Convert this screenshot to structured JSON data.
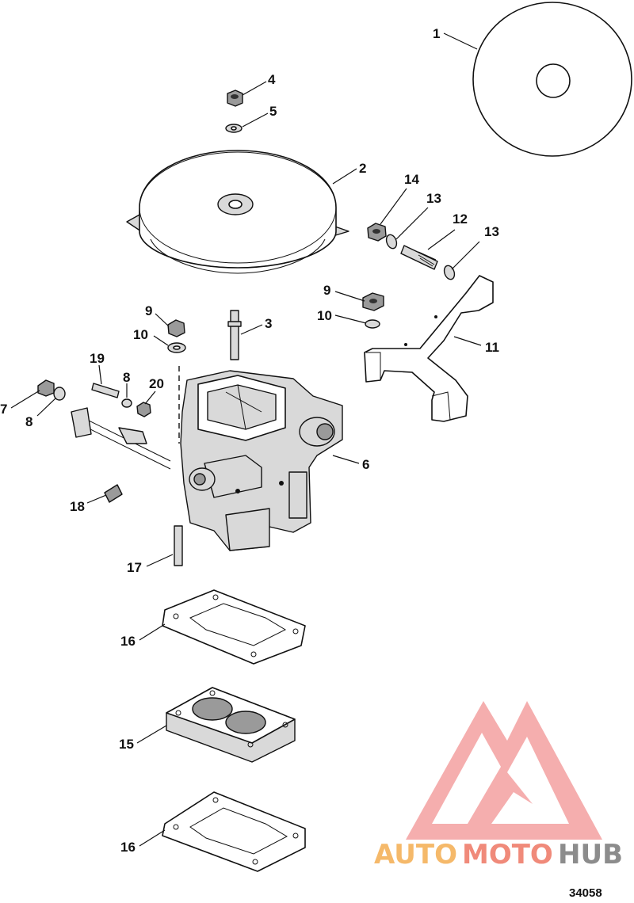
{
  "diagram": {
    "figure_number": "34058",
    "callouts": [
      "1",
      "2",
      "3",
      "4",
      "5",
      "6",
      "7",
      "8",
      "8",
      "9",
      "9",
      "10",
      "10",
      "11",
      "12",
      "13",
      "13",
      "14",
      "15",
      "16",
      "16",
      "17",
      "18",
      "19",
      "20"
    ]
  },
  "watermark": {
    "part1": "AUTO",
    "part2": "MOTO",
    "part3": "HUB",
    "colors": {
      "auto": "#f5b96a",
      "moto": "#f08a7a",
      "hub": "#8c8c8c",
      "logo": "#f29a9a"
    }
  }
}
